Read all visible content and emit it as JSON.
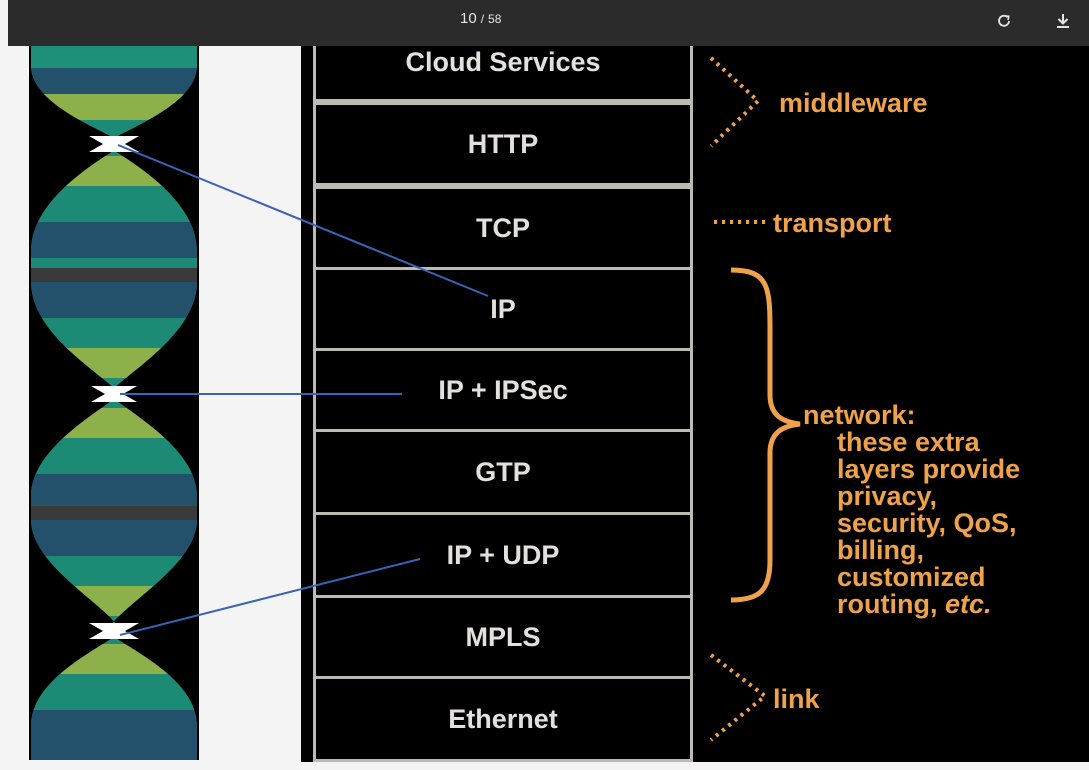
{
  "viewer": {
    "page_current": "10",
    "page_separator": "/",
    "page_total": "58",
    "icons": {
      "rotate": "rotate-icon",
      "download": "download-icon"
    }
  },
  "slide": {
    "layers": [
      "Cloud Services",
      "HTTP",
      "TCP",
      "IP",
      "IP + IPSec",
      "GTP",
      "IP + UDP",
      "MPLS",
      "Ethernet"
    ],
    "annotations": {
      "middleware": "middleware",
      "transport": "transport",
      "network_title": "network:",
      "network_lines": [
        "these extra",
        "layers provide",
        "privacy,",
        "security, QoS,",
        "billing,",
        "customized"
      ],
      "network_last": "routing, ",
      "network_last_italic": "etc.",
      "link": "link"
    },
    "colors": {
      "annotation": "#f0a24a",
      "layer_text": "#e3e1dc",
      "layer_border": "#bdbab3",
      "connector_line": "#3a63b8",
      "dna_dark_blue": "#23506a",
      "dna_teal": "#1d8a76",
      "dna_light_green": "#8db04a"
    }
  }
}
